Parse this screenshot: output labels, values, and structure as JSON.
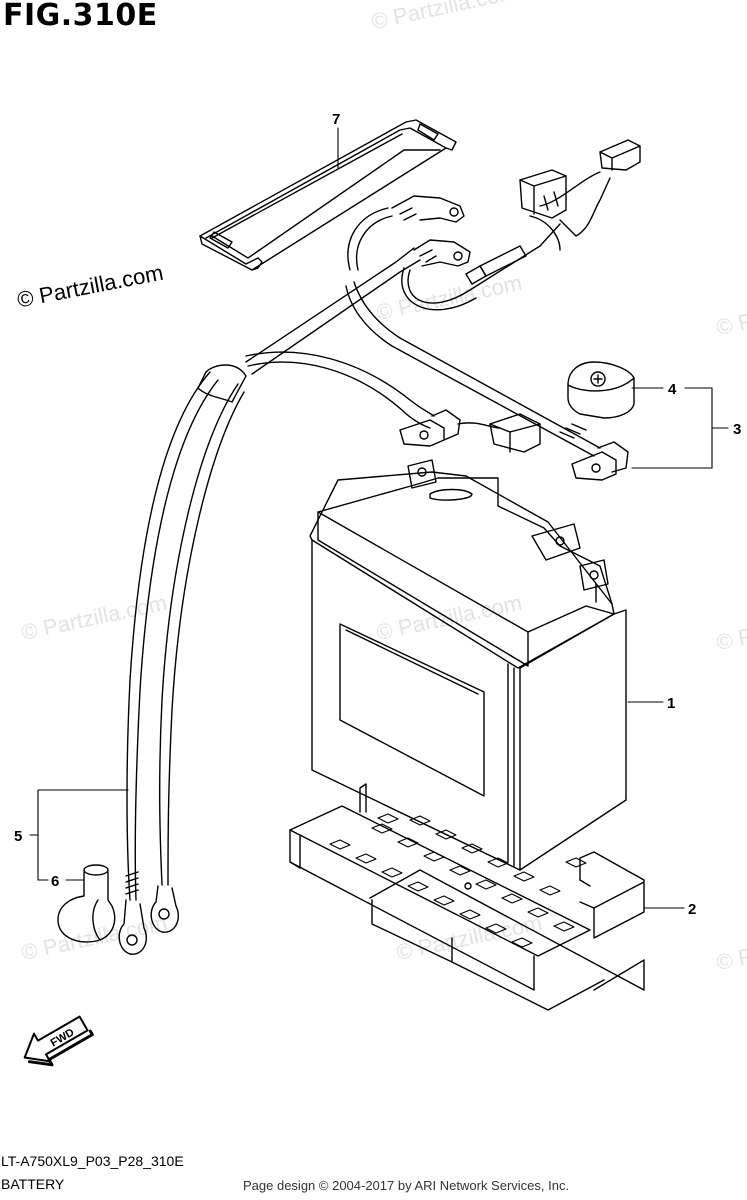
{
  "figure_title": "FIG.310E",
  "watermark_main": "© Partzilla.com",
  "watermark_faint": "© Partzilla.com",
  "model_code": "LT-A750XL9_P03_P28_310E",
  "section_name": "BATTERY",
  "page_credit": "Page design © 2004-2017 by ARI Network Services, Inc.",
  "direction_label": "FWD",
  "callouts": [
    {
      "num": "1",
      "part": "battery"
    },
    {
      "num": "2",
      "part": "battery-tray"
    },
    {
      "num": "3",
      "part": "positive-cable-set"
    },
    {
      "num": "4",
      "part": "terminal-cover"
    },
    {
      "num": "5",
      "part": "negative-cable-set"
    },
    {
      "num": "6",
      "part": "cable-cap"
    },
    {
      "num": "7",
      "part": "battery-band"
    }
  ]
}
